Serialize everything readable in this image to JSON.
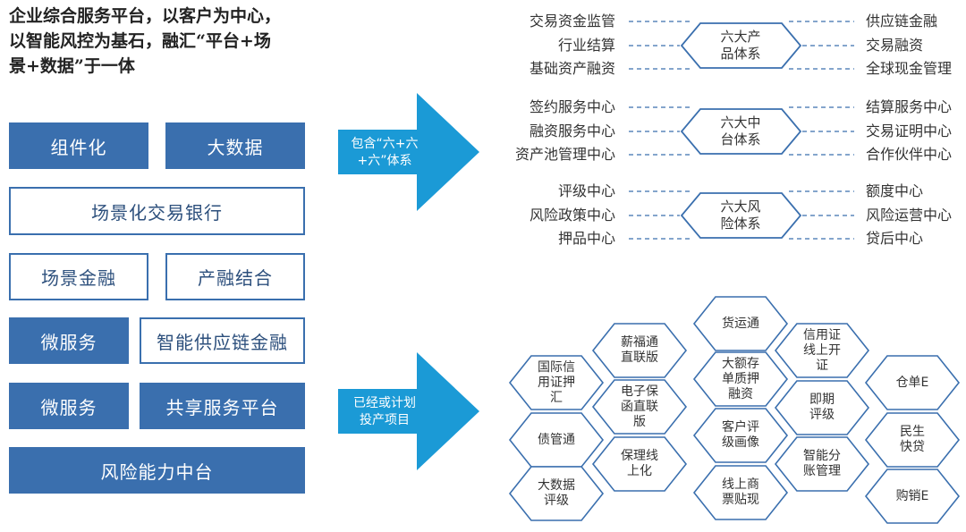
{
  "intro": [
    "企业综合服务平台，以客户为中心，",
    "以智能风控为基石，融汇“平台+场",
    "景+数据”于一体"
  ],
  "left_boxes": {
    "zujianhua": "组件化",
    "dashuju": "大数据",
    "changjinghua": "场景化交易银行",
    "changjing_jinrong": "场景金融",
    "chanrong": "产融结合",
    "weifuwu1": "微服务",
    "zhineng_gongyinglian": "智能供应链金融",
    "weifuwu2": "微服务",
    "gongxiang": "共享服务平台",
    "fengxian_zhongtai": "风险能力中台"
  },
  "arrows": {
    "top": [
      "包含“六+六",
      "+六”体系"
    ],
    "bottom": [
      "已经或计划",
      "投产项目"
    ]
  },
  "systems": [
    {
      "center": [
        "六大产",
        "品体系"
      ],
      "left": [
        "交易资金监管",
        "行业结算",
        "基础资产融资"
      ],
      "right": [
        "供应链金融",
        "交易融资",
        "全球现金管理"
      ]
    },
    {
      "center": [
        "六大中",
        "台体系"
      ],
      "left": [
        "签约服务中心",
        "融资服务中心",
        "资产池管理中心"
      ],
      "right": [
        "结算服务中心",
        "交易证明中心",
        "合作伙伴中心"
      ]
    },
    {
      "center": [
        "六大风",
        "险体系"
      ],
      "left": [
        "评级中心",
        "风险政策中心",
        "押品中心"
      ],
      "right": [
        "额度中心",
        "风险运营中心",
        "贷后中心"
      ]
    }
  ],
  "projects": [
    {
      "name": "huoyuntong",
      "lines": [
        "货运通"
      ]
    },
    {
      "name": "xinfutong",
      "lines": [
        "薪福通",
        "直联版"
      ]
    },
    {
      "name": "xinyongzheng",
      "lines": [
        "信用证",
        "线上开",
        "证"
      ]
    },
    {
      "name": "guojixinyong",
      "lines": [
        "国际信",
        "用证押",
        "汇"
      ]
    },
    {
      "name": "dae_cundan",
      "lines": [
        "大额存",
        "单质押",
        "融资"
      ]
    },
    {
      "name": "cangdan",
      "lines": [
        "仓单E"
      ]
    },
    {
      "name": "dianzi_baohan",
      "lines": [
        "电子保",
        "函直联",
        "版"
      ]
    },
    {
      "name": "jiqi_pingji",
      "lines": [
        "即期",
        "评级"
      ]
    },
    {
      "name": "zhaiguantong",
      "lines": [
        "债管通"
      ]
    },
    {
      "name": "kehu_pingji",
      "lines": [
        "客户评",
        "级画像"
      ]
    },
    {
      "name": "minsheng",
      "lines": [
        "民生",
        "快贷"
      ]
    },
    {
      "name": "baoli",
      "lines": [
        "保理线",
        "上化"
      ]
    },
    {
      "name": "zhineng_fenzhang",
      "lines": [
        "智能分",
        "账管理"
      ]
    },
    {
      "name": "dashuju_pingji",
      "lines": [
        "大数据",
        "评级"
      ]
    },
    {
      "name": "xianshang_piaotie",
      "lines": [
        "线上商",
        "票贴现"
      ]
    },
    {
      "name": "gouxiao",
      "lines": [
        "购销E"
      ]
    }
  ],
  "colors": {
    "primary": "#3a6fae",
    "arrow": "#1b9ad6",
    "hex_stroke": "#3a6fae"
  }
}
